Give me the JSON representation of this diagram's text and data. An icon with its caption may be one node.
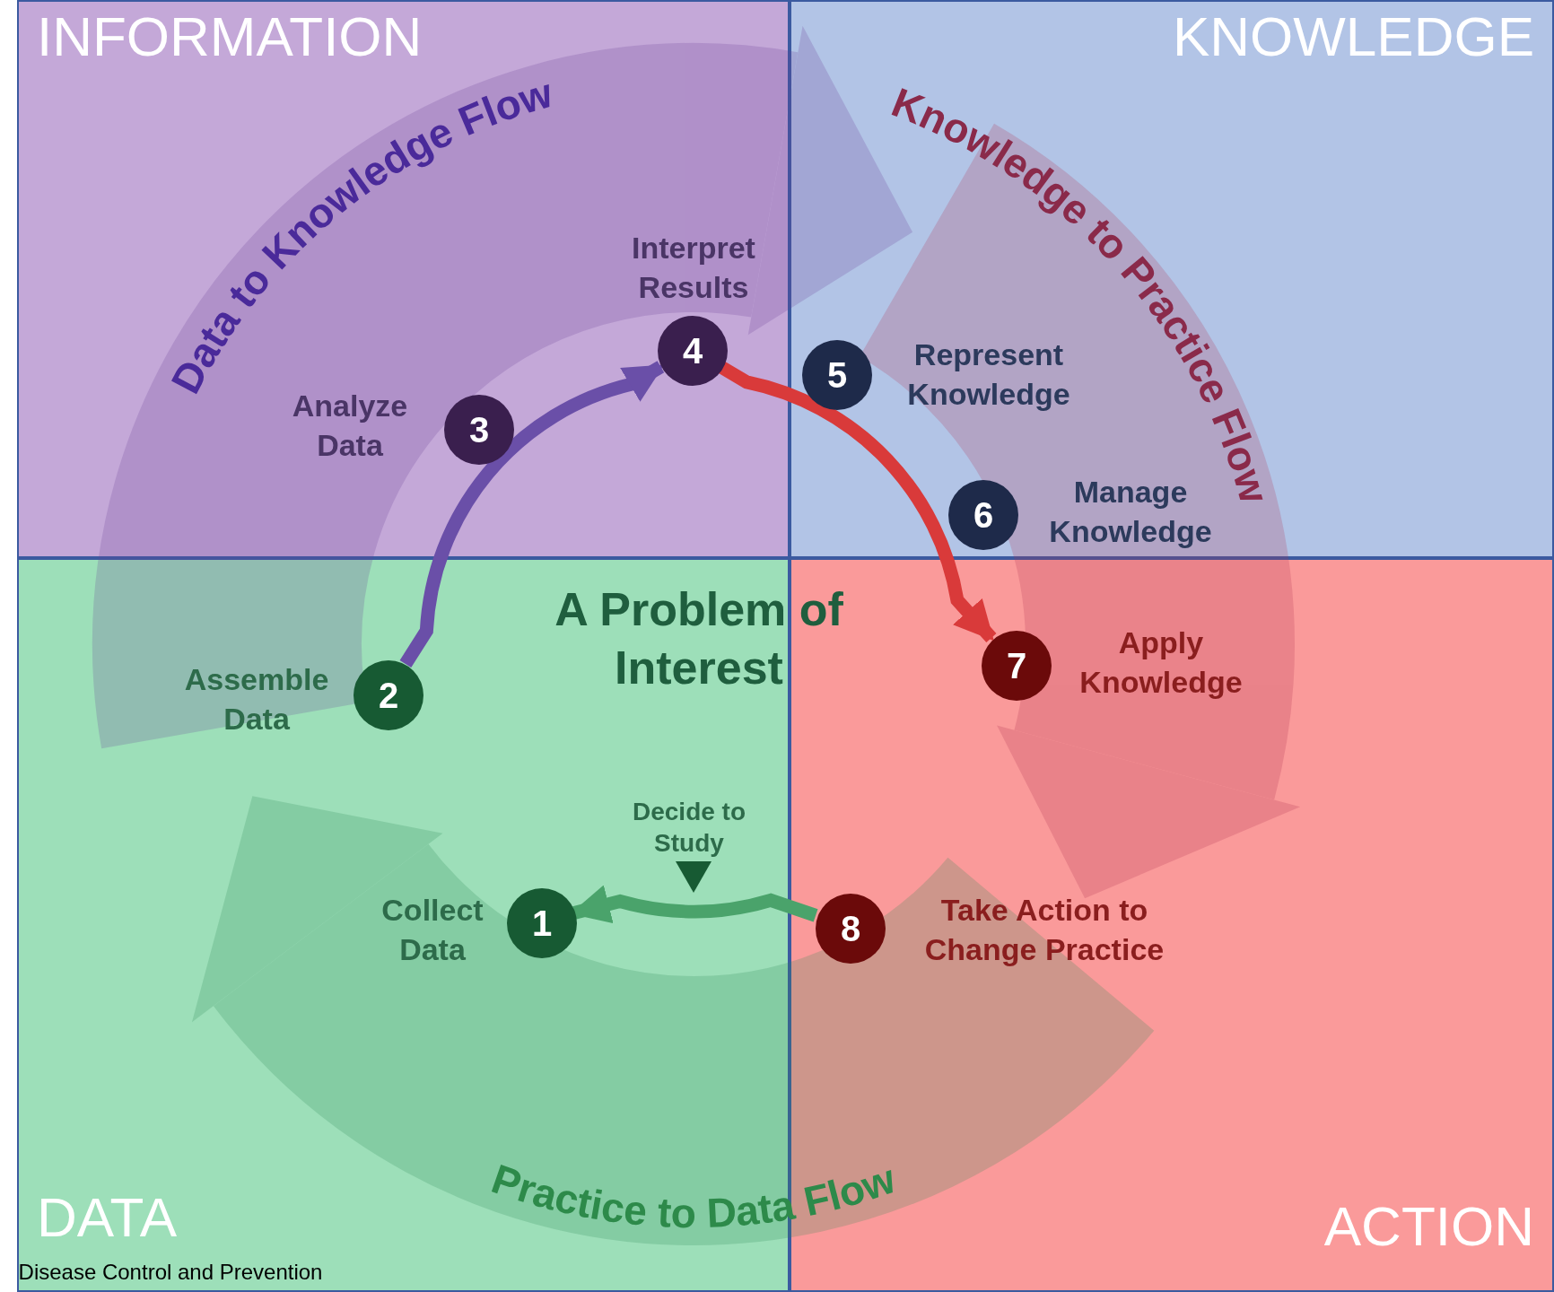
{
  "diagram": {
    "nodes": [
      {
        "text": [
          "INFORMATION"
        ]
      },
      {
        "text": [
          "3"
        ],
        "in": 0,
        "beside": [
          "Analyze Data"
        ]
      },
      {
        "text": [
          "4"
        ],
        "in": 0,
        "beside": [
          "Interpret Results"
        ]
      },
      {
        "text": [
          "KNOWLEDGE"
        ]
      },
      {
        "text": [
          "5"
        ],
        "in": 3,
        "beside": [
          "Represent Knowledge"
        ]
      },
      {
        "text": [
          "6"
        ],
        "in": 3,
        "beside": [
          "Manage Knowledge"
        ]
      },
      {
        "text": [
          "DATA"
        ]
      },
      {
        "text": [
          "2"
        ],
        "in": 6,
        "beside": [
          "Assemble Data"
        ]
      },
      {
        "text": [
          "1"
        ],
        "in": 6,
        "beside": [
          "Collect Data"
        ]
      },
      {
        "text": [
          "ACTION"
        ]
      },
      {
        "text": [
          "7"
        ],
        "in": 9,
        "beside": [
          "Apply Knowledge"
        ]
      },
      {
        "text": [
          "8"
        ],
        "in": 9,
        "beside": [
          "Take Action to Change Practice"
        ]
      }
    ],
    "edges": [
      {
        "from": 7,
        "to": 2,
        "arrow": "to",
        "color": "#6a4fa8"
      },
      {
        "from": 2,
        "to": 10,
        "arrow": "to",
        "color": "#d93a3a"
      },
      {
        "from": 11,
        "to": 8,
        "arrow": "to",
        "color": "#4aa36b"
      }
    ],
    "labels": [
      "Data to Knowledge Flow",
      "Knowledge to Practice Flow",
      "A Problem of Interest",
      "Decide to Study",
      "Practice to Data Flow",
      "Disease Control and Prevention"
    ]
  }
}
